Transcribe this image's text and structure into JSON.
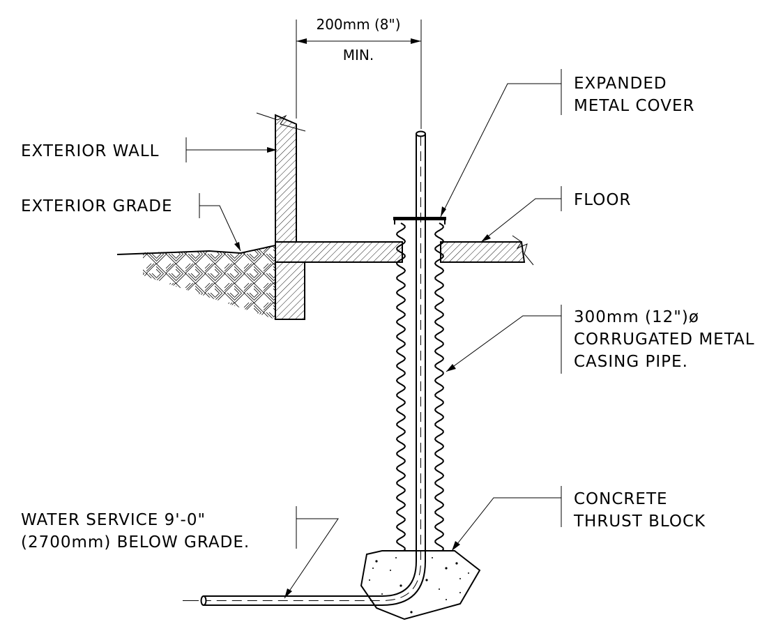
{
  "dimension": {
    "value": "200mm (8\")",
    "note": "MIN."
  },
  "labels": {
    "expanded_metal_cover": [
      "EXPANDED",
      "METAL COVER"
    ],
    "exterior_wall": "EXTERIOR WALL",
    "exterior_grade": "EXTERIOR GRADE",
    "floor": "FLOOR",
    "casing_pipe": [
      "300mm (12\")ø",
      "CORRUGATED METAL",
      "CASING PIPE."
    ],
    "thrust_block": [
      "CONCRETE",
      "THRUST BLOCK"
    ],
    "water_service": [
      "WATER SERVICE 9'-0\"",
      "(2700mm) BELOW GRADE."
    ]
  }
}
